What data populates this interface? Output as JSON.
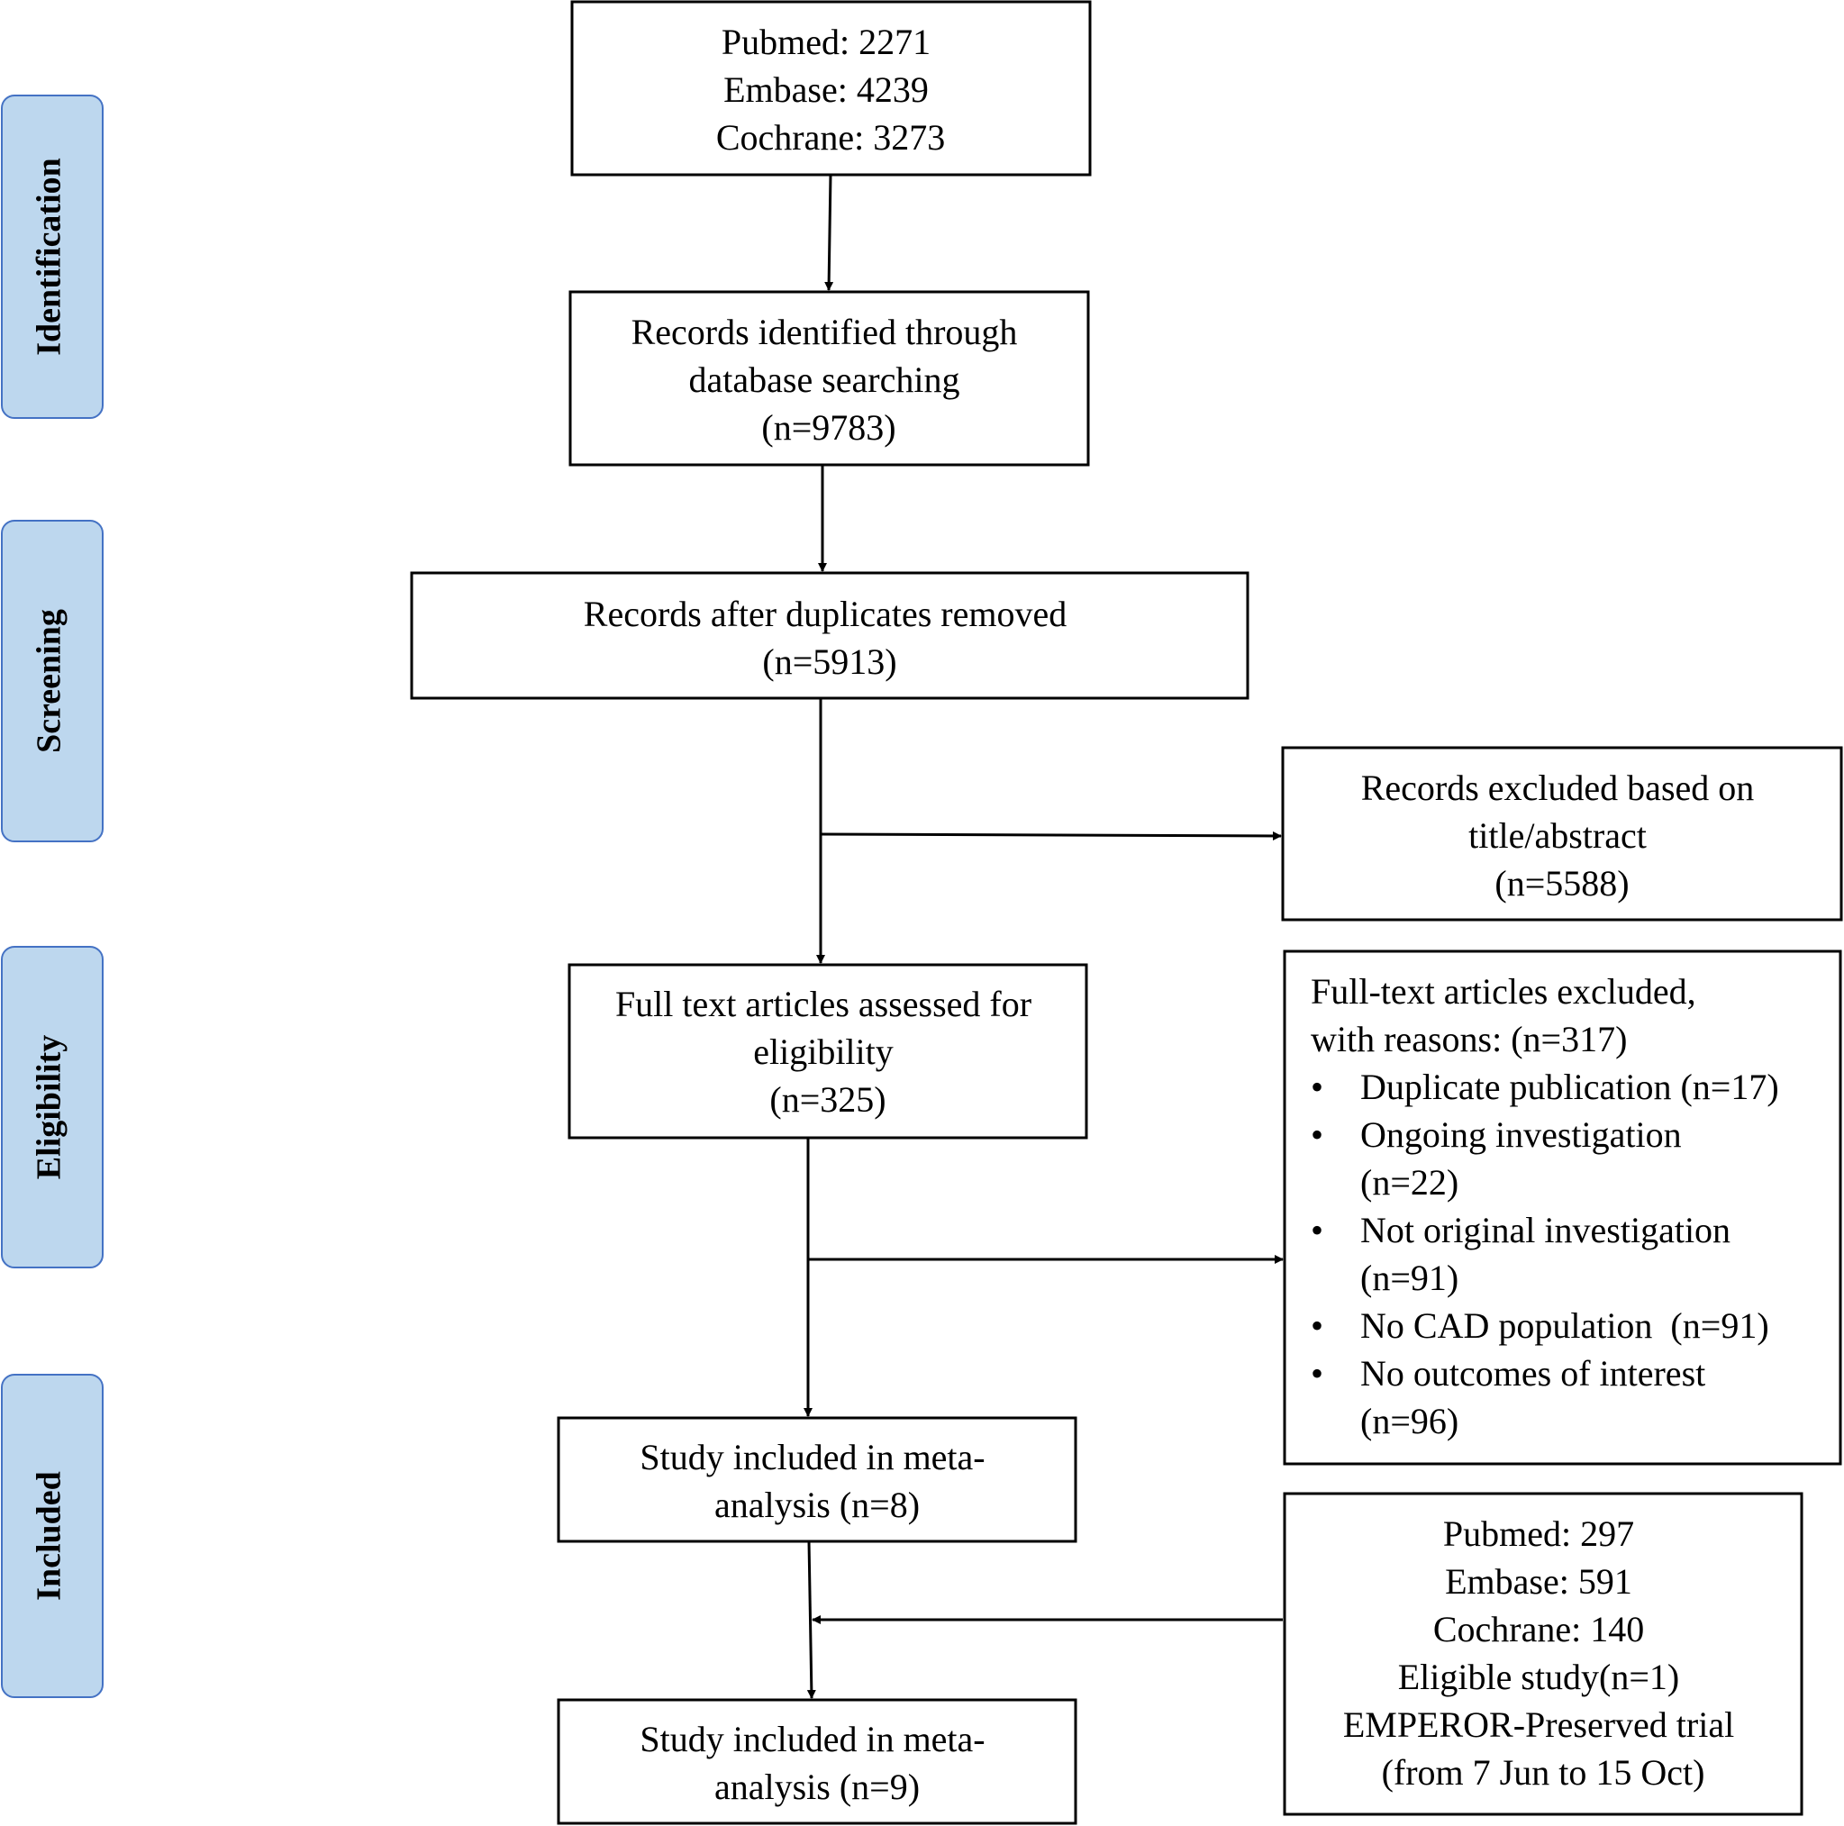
{
  "stages": {
    "identification": "Identification",
    "screening": "Screening",
    "eligibility": "Eligibility",
    "included": "Included"
  },
  "boxes": {
    "databases": [
      "Pubmed: 2271",
      "Embase: 4239",
      "Cochrane: 3273"
    ],
    "identified": [
      "Records identified through",
      "database searching",
      "(n=9783)"
    ],
    "deduplicated": [
      "Records after duplicates removed",
      "(n=5913)"
    ],
    "excluded_title": [
      "Records excluded based on",
      "title/abstract",
      "(n=5588)"
    ],
    "fulltext": [
      "Full text articles assessed for",
      "eligibility",
      "(n=325)"
    ],
    "excluded_fulltext": {
      "header": [
        "Full-text articles excluded,",
        "with reasons: (n=317)"
      ],
      "bullet": "•",
      "reasons": [
        [
          "Duplicate publication (n=17)"
        ],
        [
          "Ongoing investigation",
          "(n=22)"
        ],
        [
          "Not original investigation",
          "(n=91)"
        ],
        [
          "No CAD population  (n=91)"
        ],
        [
          "No outcomes of interest",
          "(n=96)"
        ]
      ]
    },
    "included_first": [
      "Study included in meta-",
      "analysis (n=8)"
    ],
    "update_search": [
      "Pubmed: 297",
      "Embase: 591",
      "Cochrane: 140",
      "Eligible study(n=1)",
      "EMPEROR-Preserved trial",
      "(from 7 Jun to 15 Oct)"
    ],
    "included_final": [
      "Study included in meta-",
      "analysis (n=9)"
    ]
  },
  "colors": {
    "stage_fill": "#bdd7ee",
    "stage_border": "#4472c4",
    "line": "#000000",
    "text": "#000000"
  }
}
